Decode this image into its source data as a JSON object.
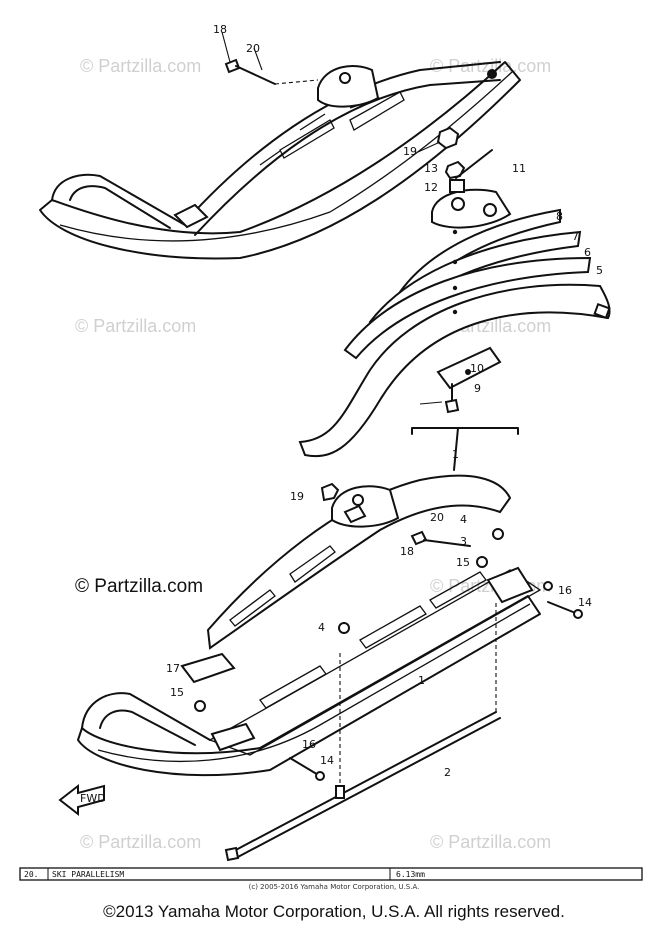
{
  "watermark": "© Partzilla.com",
  "watermark_main": "© Partzilla.com",
  "callouts": {
    "c18a": "18",
    "c20a": "20",
    "c19a": "19",
    "c13": "13",
    "c12": "12",
    "c11": "11",
    "c8": "8",
    "c7": "7",
    "c6": "6",
    "c5": "5",
    "c10": "10",
    "c9": "9",
    "c1top": "1",
    "c19b": "19",
    "c20b": "20",
    "c18b": "18",
    "c4a": "4",
    "c3": "3",
    "c15a": "15",
    "c16a": "16",
    "c14a": "14",
    "c4b": "4",
    "c17": "17",
    "c1": "1",
    "c15b": "15",
    "c16b": "16",
    "c14b": "14",
    "c2": "2"
  },
  "front_arrow": "FWD",
  "table": {
    "row_no": "20.",
    "row_label": "SKI PARALLELISM",
    "row_value": "6.13mm"
  },
  "small_copyright": "(c) 2005-2016 Yamaha Motor Corporation, U.S.A.",
  "footer_copyright": "©2013 Yamaha Motor Corporation, U.S.A. All rights reserved."
}
